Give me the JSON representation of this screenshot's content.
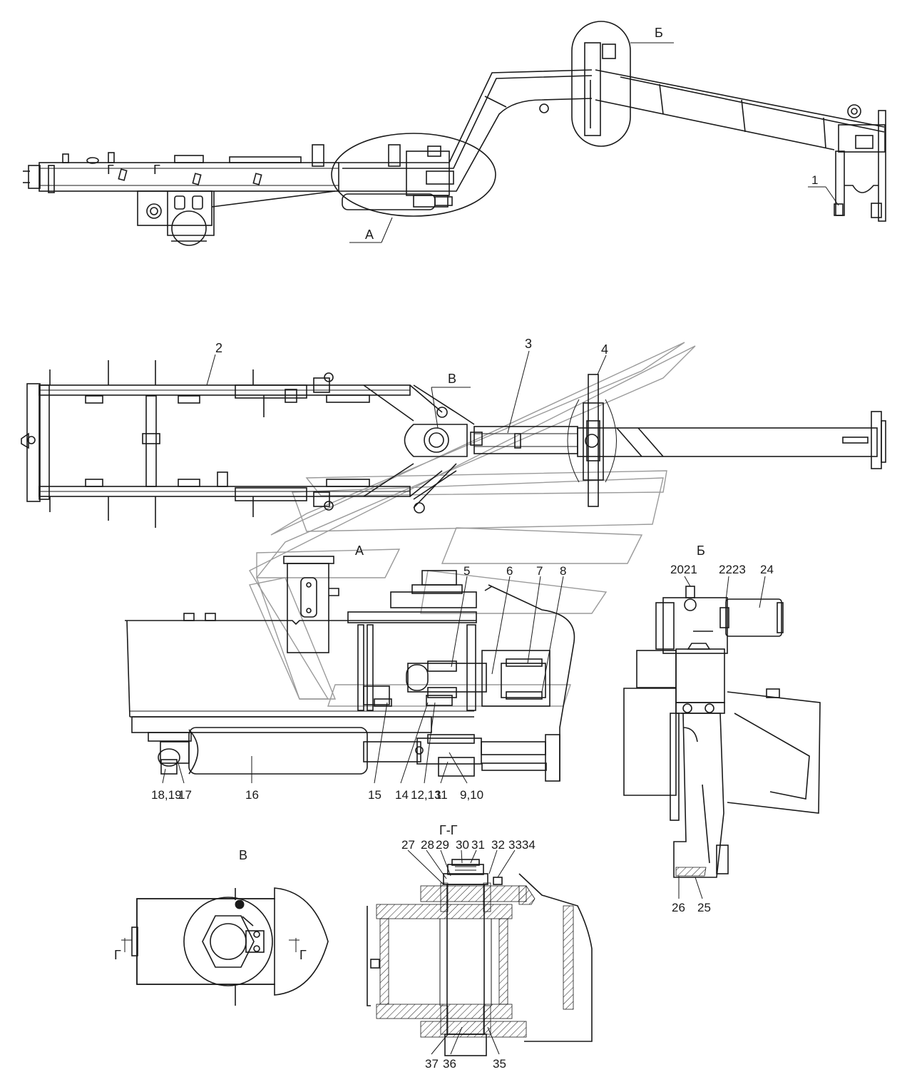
{
  "views": {
    "A": "А",
    "B": "Б",
    "V": "В",
    "G": "Г",
    "section": "Г-Г"
  },
  "callouts": {
    "c1": "1",
    "c2": "2",
    "c3": "3",
    "c4": "4",
    "c5": "5",
    "c6": "6",
    "c7": "7",
    "c8": "8",
    "c910": "9,10",
    "c11": "11",
    "c1213": "12,13",
    "c14": "14",
    "c15": "15",
    "c16": "16",
    "c17": "17",
    "c1819": "18,19",
    "c2021": "2021",
    "c2223": "2223",
    "c24": "24",
    "c25": "25",
    "c26": "26",
    "c27": "27",
    "c28": "28",
    "c29": "29",
    "c30": "30",
    "c31": "31",
    "c32": "32",
    "c3334": "3334",
    "c35": "35",
    "c36": "36",
    "c37": "37"
  }
}
